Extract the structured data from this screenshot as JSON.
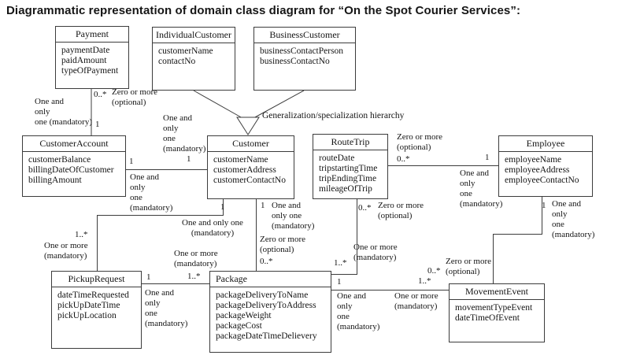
{
  "title": "Diagrammatic representation of domain class diagram for “On the Spot Courier Services”:",
  "colors": {
    "line": "#3c3c3c",
    "text": "#141414",
    "background": "#ffffff"
  },
  "generalization": {
    "label": "Generalization/specialization hierarchy"
  },
  "classes": [
    {
      "name": "Payment",
      "attributes": [
        "paymentDate",
        "paidAmount",
        "typeOfPayment"
      ]
    },
    {
      "name": "IndividualCustomer",
      "attributes": [
        "customerName",
        "contactNo"
      ]
    },
    {
      "name": "BusinessCustomer",
      "attributes": [
        "businessContactPerson",
        "businessContactNo"
      ]
    },
    {
      "name": "CustomerAccount",
      "attributes": [
        "customerBalance",
        "billingDateOfCustomer",
        "billingAmount"
      ]
    },
    {
      "name": "Customer",
      "attributes": [
        "customerName",
        "customerAddress",
        "customerContactNo"
      ]
    },
    {
      "name": "RouteTrip",
      "attributes": [
        "routeDate",
        "tripstartingTime",
        "tripEndingTime",
        "mileageOfTrip"
      ]
    },
    {
      "name": "Employee",
      "attributes": [
        "employeeName",
        "employeeAddress",
        "employeeContactNo"
      ]
    },
    {
      "name": "PickupRequest",
      "attributes": [
        "dateTimeRequested",
        "pickUpDateTime",
        "pickUpLocation"
      ]
    },
    {
      "name": "Package",
      "attributes": [
        "packageDeliveryToName",
        "packageDeliveryToAddress",
        "packageWeight",
        "packageCost",
        "packageDateTimeDelievery"
      ]
    },
    {
      "name": "MovementEvent",
      "attributes": [
        "movementTypeEvent",
        "dateTimeOfEvent"
      ]
    }
  ],
  "associations": {
    "payment_customerAccount": {
      "payment_end": "0..*",
      "payment_end_note": "Zero or more\n(optional)",
      "account_end": "1",
      "account_end_note": "One and\nonly\none (mandatory)"
    },
    "customerAccount_customer": {
      "account_end": "1",
      "account_end_note": "One and\nonly\none\n(mandatory)",
      "customer_end": "1",
      "customer_end_note": "One and\nonly\none\n(mandatory)"
    },
    "customer_pickupRequest": {
      "customer_end": "1",
      "customer_end_note": "One and only one\n(mandatory)",
      "pickupRequest_end": "1..*",
      "pickupRequest_end_note": "One or more\n(mandatory)"
    },
    "customer_package": {
      "customer_end": "1",
      "customer_end_note": "One and\nonly one\n(mandatory)",
      "package_end": "0..*",
      "package_end_note": "Zero or more\n(optional)"
    },
    "routeTrip_employee": {
      "routeTrip_end": "0..*",
      "routeTrip_end_note": "Zero or more\n(optional)",
      "employee_end": "1",
      "employee_end_note": "One and\nonly\none\n(mandatory)"
    },
    "routeTrip_package": {
      "routeTrip_end": "0..*",
      "routeTrip_end_note": "Zero or more\n(optional)",
      "package_end": "1..*",
      "package_end_note": "One or more\n(mandatory)"
    },
    "pickupRequest_package": {
      "pickupRequest_end": "1",
      "pickupRequest_end_note": "One and\nonly\none\n(mandatory)",
      "package_end": "1..*",
      "package_end_note": "One or more\n(mandatory)"
    },
    "package_movementEvent": {
      "package_end": "1",
      "package_end_note": "One and\nonly\none\n(mandatory)",
      "movementEvent_end": "1..*",
      "movementEvent_end_note": "One or more\n(mandatory)"
    },
    "employee_movementEvent": {
      "employee_end": "1",
      "employee_end_note": "One and\nonly\none\n(mandatory)",
      "movementEvent_end": "0..*",
      "movementEvent_end_note": "Zero or more\n(optional)"
    }
  }
}
